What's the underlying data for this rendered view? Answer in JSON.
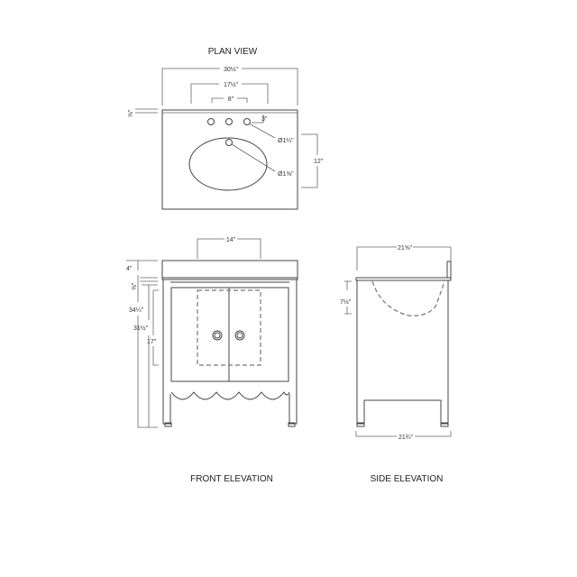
{
  "titles": {
    "plan": "PLAN VIEW",
    "front": "FRONT ELEVATION",
    "side": "SIDE ELEVATION"
  },
  "plan_dims": {
    "overall_width": "30½\"",
    "faucet_spread_outer": "17½\"",
    "faucet_spread": "8\"",
    "hole_offset": "3\"",
    "top_thickness": "⅝\"",
    "faucet_hole_dia": "Ø1¼\"",
    "drain_dia": "Ø1⅝\"",
    "basin_depth": "12\""
  },
  "front_dims": {
    "basin_width": "14\"",
    "top_height": "4\"",
    "top_thickness": "⅝\"",
    "overall_height": "34¼\"",
    "cabinet_height": "31½\"",
    "interior_height": "17\""
  },
  "side_dims": {
    "top_depth": "21⅝\"",
    "basin_drop": "7½\"",
    "base_depth": "21¾\""
  },
  "colors": {
    "line": "#444444",
    "background": "#ffffff"
  }
}
